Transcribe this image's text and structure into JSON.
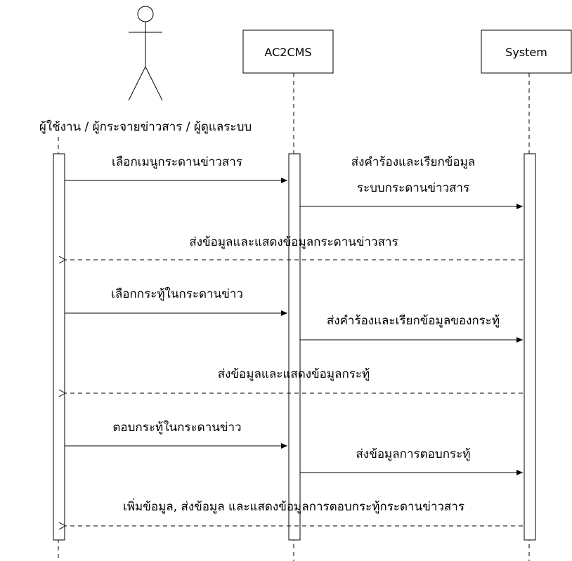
{
  "actor": {
    "label": "ผู้ใช้งาน / ผู้กระจายข่าวสาร / ผู้ดูแลระบบ"
  },
  "participants": [
    {
      "label": "AC2CMS"
    },
    {
      "label": "System"
    }
  ],
  "messages": [
    {
      "lines": [
        "เลือกเมนูกระดานข่าวสาร"
      ],
      "type": "sync"
    },
    {
      "lines": [
        "ส่งคำร้องและเรียกข้อมูล",
        "ระบบกระดานข่าวสาร"
      ],
      "type": "sync"
    },
    {
      "lines": [
        "ส่งข้อมูลและแสดงข้อมูลกระดานข่าวสาร"
      ],
      "type": "return"
    },
    {
      "lines": [
        "เลือกกระทู้ในกระดานข่าว"
      ],
      "type": "sync"
    },
    {
      "lines": [
        "ส่งคำร้องและเรียกข้อมูลของกระทู้"
      ],
      "type": "sync"
    },
    {
      "lines": [
        "ส่งข้อมูลและแสดงข้อมูลกระทู้"
      ],
      "type": "return"
    },
    {
      "lines": [
        "ตอบกระทู้ในกระดานข่าว"
      ],
      "type": "sync"
    },
    {
      "lines": [
        "ส่งข้อมูลการตอบกระทู้"
      ],
      "type": "sync"
    },
    {
      "lines": [
        "เพิ่มข้อมูล, ส่งข้อมูล และแสดงข้อมูลการตอบกระทู้กระดานข่าวสาร"
      ],
      "type": "return"
    }
  ]
}
